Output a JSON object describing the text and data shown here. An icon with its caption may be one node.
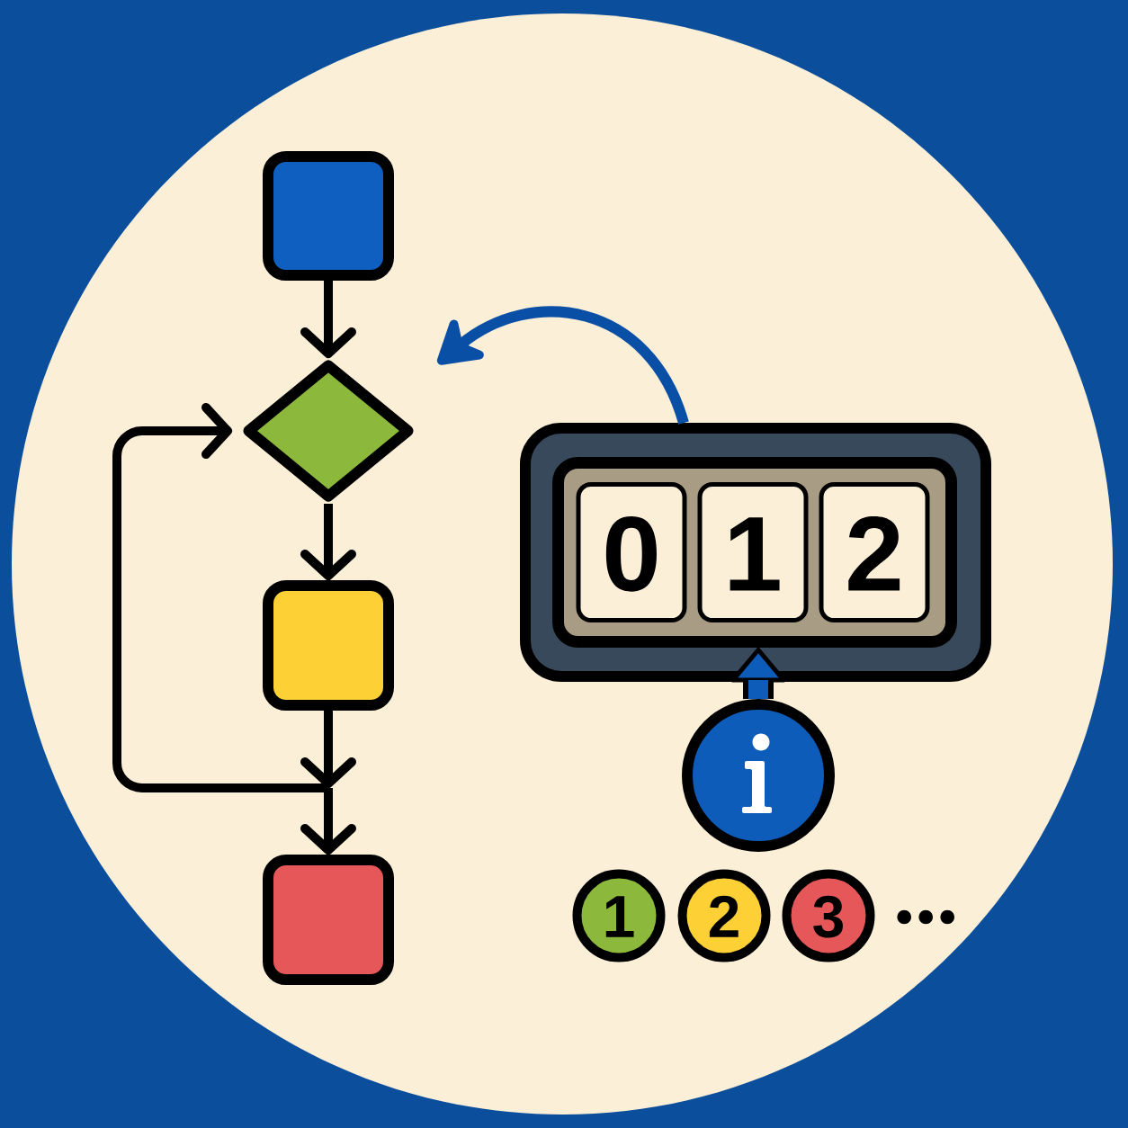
{
  "diagram": {
    "nodes": [
      {
        "text": [],
        "shape": "box"
      },
      {
        "text": [],
        "shape": "diamond"
      },
      {
        "text": [],
        "shape": "box"
      },
      {
        "text": [],
        "shape": "box"
      },
      {
        "text": [],
        "shape": "box"
      },
      {
        "text": [],
        "shape": "box",
        "in": 4
      },
      {
        "text": [
          "0"
        ],
        "in": 5
      },
      {
        "text": [
          "1"
        ],
        "in": 5
      },
      {
        "text": [
          "2"
        ],
        "in": 5
      },
      {
        "text": [],
        "shape": "circle"
      },
      {
        "text": [
          "1"
        ]
      },
      {
        "text": [
          "2"
        ]
      },
      {
        "text": [
          "3"
        ]
      }
    ],
    "edges": [
      {
        "from": 0,
        "to": 1,
        "arrow": "to"
      },
      {
        "from": 1,
        "to": 2,
        "arrow": "to"
      },
      {
        "from": 2,
        "to": 3,
        "arrow": "to"
      },
      {
        "from": 2,
        "to": 1,
        "arrow": "to"
      },
      {
        "from": 4,
        "to": null,
        "arrow": "to",
        "color": "#0a4fa6"
      },
      {
        "from": 9,
        "to": 5,
        "arrow": "to",
        "style": "thick",
        "color": "#0d5cb9"
      }
    ],
    "labels": [
      "..."
    ]
  }
}
